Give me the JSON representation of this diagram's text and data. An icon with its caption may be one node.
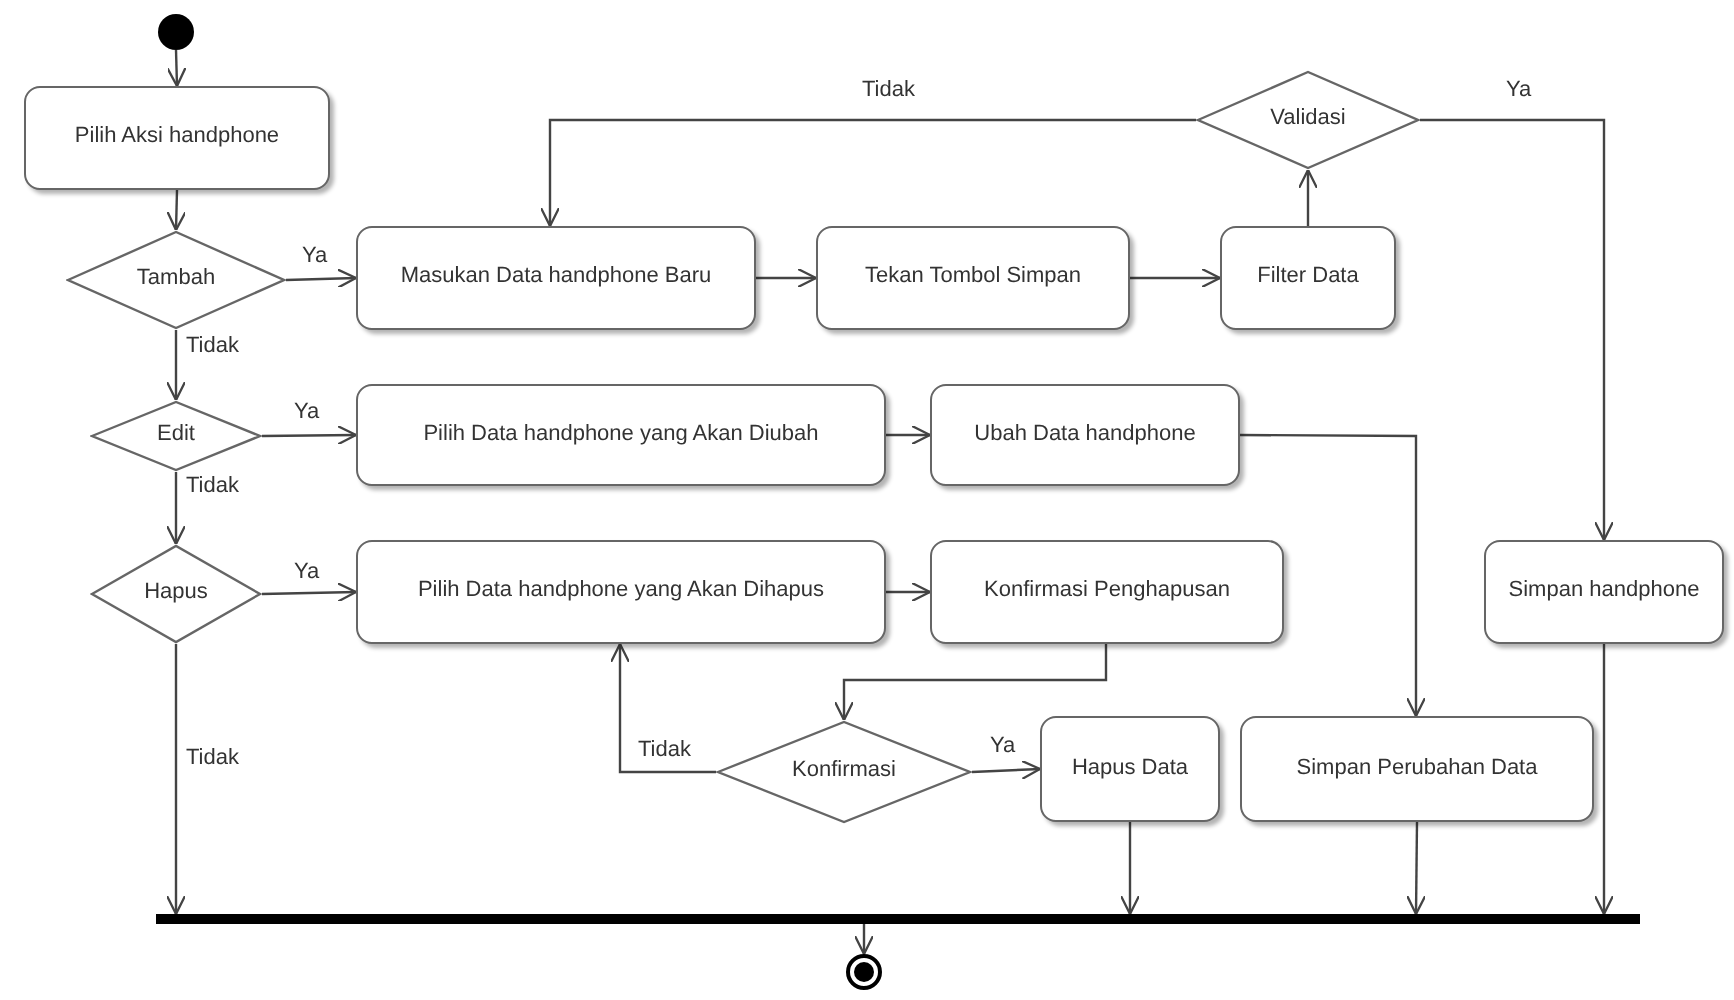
{
  "diagram": {
    "nodes": [
      {
        "text": [],
        "shape": "circle"
      },
      {
        "text": [
          "Pilih Aksi handphone"
        ]
      },
      {
        "text": [
          "Tambah"
        ]
      },
      {
        "text": [
          "Masukan Data handphone Baru"
        ]
      },
      {
        "text": [
          "Tekan Tombol Simpan"
        ]
      },
      {
        "text": [
          "Filter Data"
        ]
      },
      {
        "text": [
          "Validasi"
        ]
      },
      {
        "text": [
          "Edit"
        ]
      },
      {
        "text": [
          "Pilih Data handphone yang Akan Diubah"
        ]
      },
      {
        "text": [
          "Ubah Data handphone"
        ]
      },
      {
        "text": [
          "Hapus"
        ]
      },
      {
        "text": [
          "Pilih Data handphone yang Akan Dihapus"
        ]
      },
      {
        "text": [
          "Konfirmasi Penghapusan"
        ]
      },
      {
        "text": [
          "Konfirmasi"
        ]
      },
      {
        "text": [
          "Hapus Data"
        ]
      },
      {
        "text": [
          "Simpan Perubahan Data"
        ]
      },
      {
        "text": [
          "Simpan handphone"
        ]
      },
      {
        "text": [],
        "shape": "bar"
      },
      {
        "text": [],
        "shape": "bullseye"
      }
    ],
    "edges": [
      {
        "from": 0,
        "to": 1,
        "arrow": "to"
      },
      {
        "from": 1,
        "to": 2,
        "arrow": "to"
      },
      {
        "from": 2,
        "to": 3,
        "arrow": "to",
        "label": "Ya"
      },
      {
        "from": 2,
        "to": 7,
        "arrow": "to",
        "label": "Tidak"
      },
      {
        "from": 3,
        "to": 4,
        "arrow": "to"
      },
      {
        "from": 4,
        "to": 5,
        "arrow": "to"
      },
      {
        "from": 5,
        "to": 6,
        "arrow": "to"
      },
      {
        "from": 6,
        "to": 3,
        "arrow": "to",
        "label": "Tidak"
      },
      {
        "from": 6,
        "to": 16,
        "arrow": "to",
        "label": "Ya"
      },
      {
        "from": 7,
        "to": 8,
        "arrow": "to",
        "label": "Ya"
      },
      {
        "from": 7,
        "to": 10,
        "arrow": "to",
        "label": "Tidak"
      },
      {
        "from": 8,
        "to": 9,
        "arrow": "to"
      },
      {
        "from": 9,
        "to": 15,
        "arrow": "to"
      },
      {
        "from": 10,
        "to": 11,
        "arrow": "to",
        "label": "Ya"
      },
      {
        "from": 10,
        "to": 17,
        "arrow": "to",
        "label": "Tidak"
      },
      {
        "from": 11,
        "to": 12,
        "arrow": "to"
      },
      {
        "from": 12,
        "to": 13,
        "arrow": "to"
      },
      {
        "from": 13,
        "to": 11,
        "arrow": "to",
        "label": "Tidak"
      },
      {
        "from": 13,
        "to": 14,
        "arrow": "to",
        "label": "Ya"
      },
      {
        "from": 14,
        "to": 17,
        "arrow": "to"
      },
      {
        "from": 15,
        "to": 17,
        "arrow": "to"
      },
      {
        "from": 16,
        "to": 17,
        "arrow": "to"
      },
      {
        "from": 17,
        "to": 18,
        "arrow": "to"
      }
    ]
  }
}
